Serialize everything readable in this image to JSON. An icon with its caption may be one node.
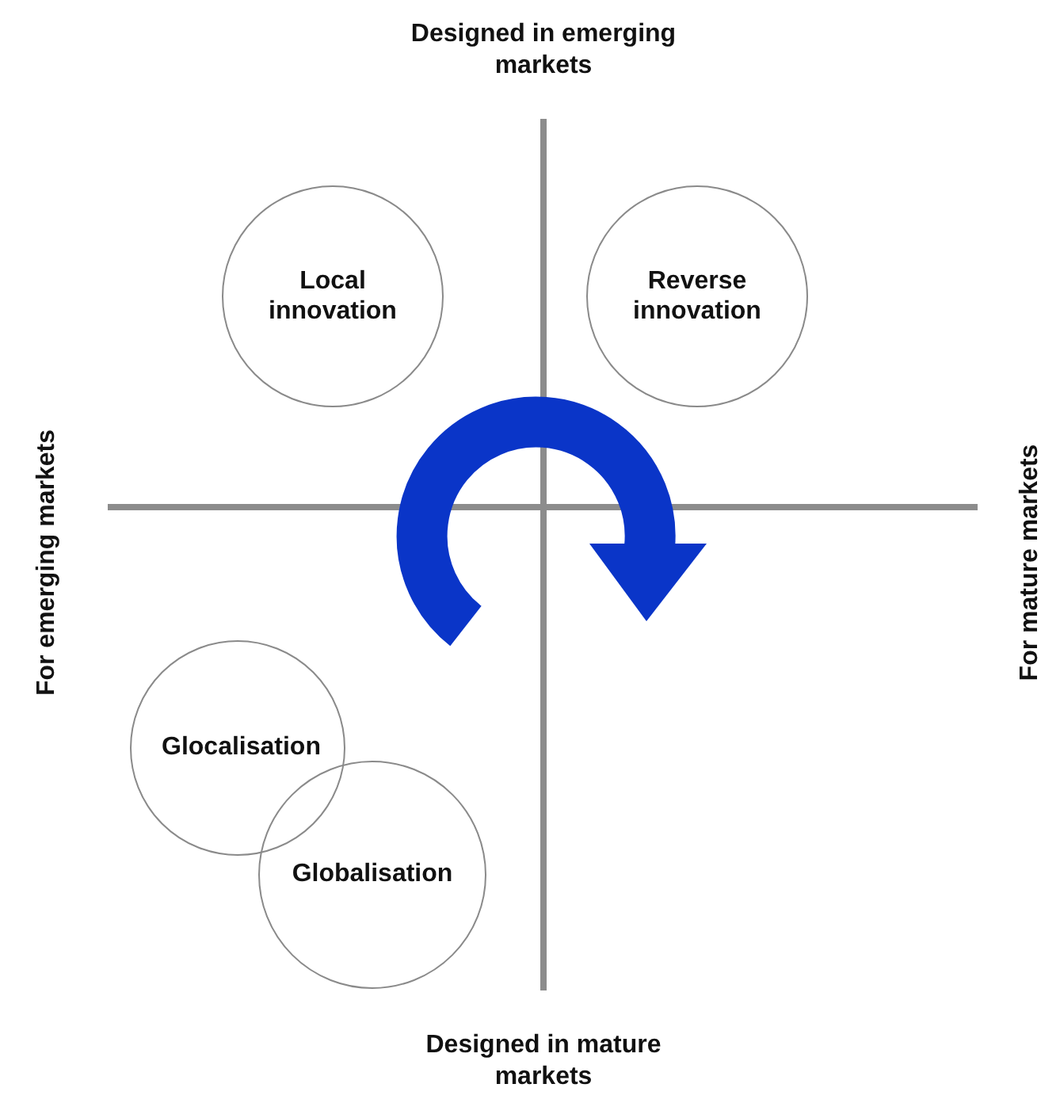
{
  "diagram": {
    "nodes": [
      {
        "text": [
          "Local innovation"
        ]
      },
      {
        "text": [
          "Reverse innovation"
        ]
      },
      {
        "text": [
          "Glocalisation"
        ]
      },
      {
        "text": [
          "Globalisation"
        ]
      }
    ],
    "labels": [
      "Designed in emerging markets",
      "For emerging markets",
      "For mature markets",
      "Designed in mature markets"
    ]
  }
}
